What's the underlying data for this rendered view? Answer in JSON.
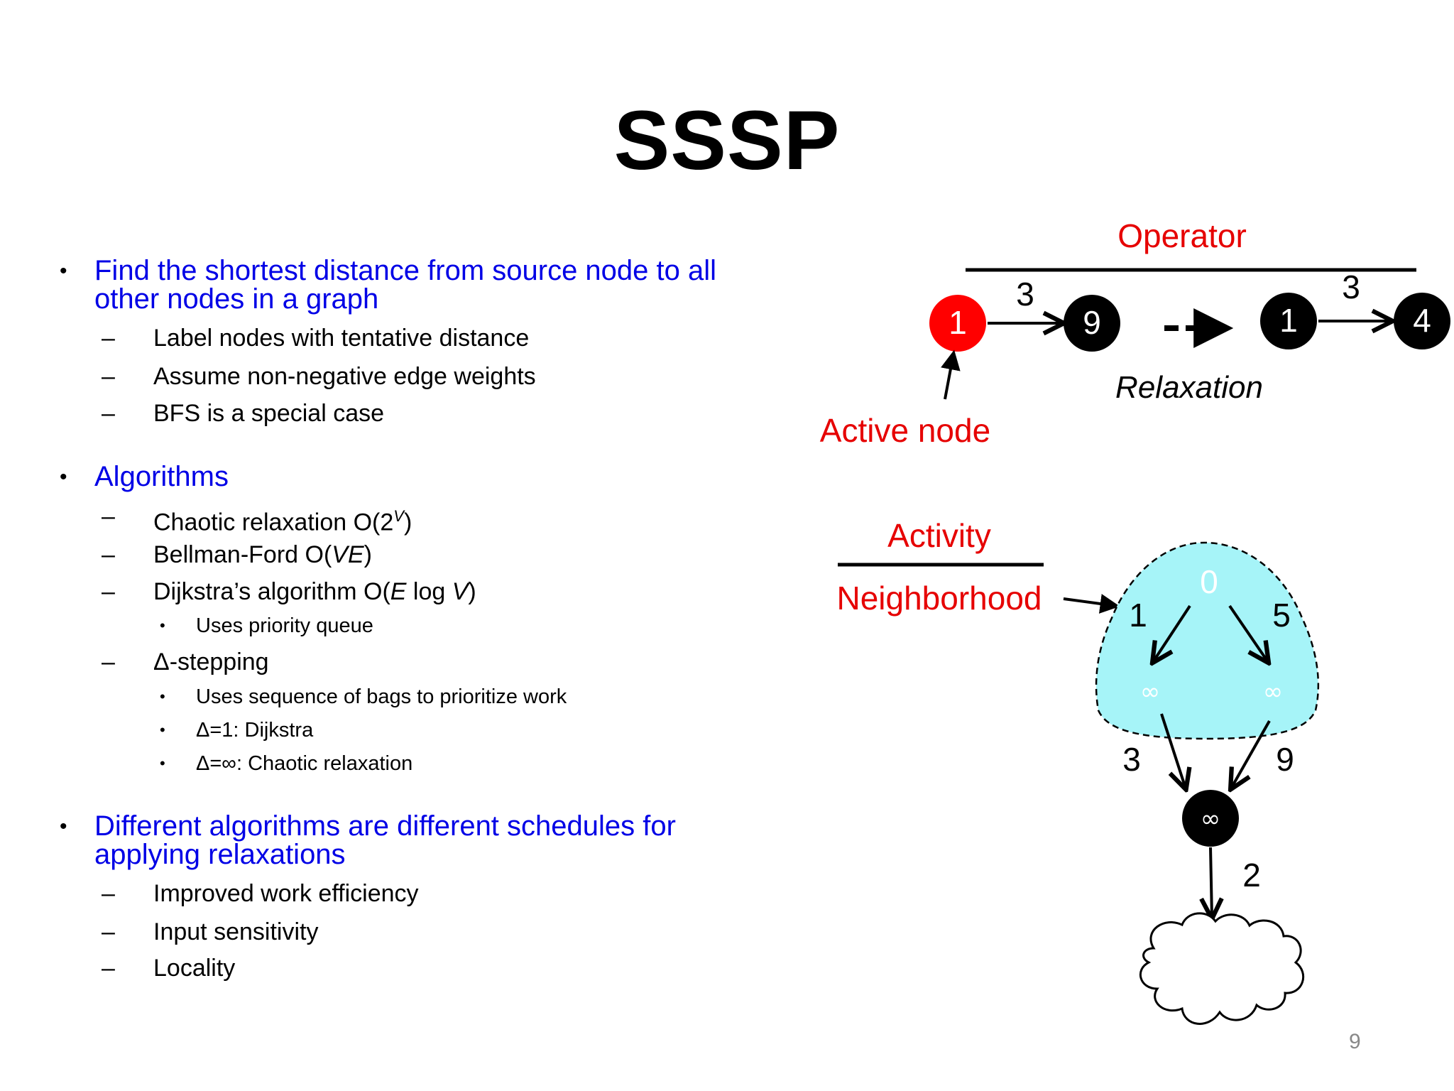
{
  "title": "SSSP",
  "bullets": [
    {
      "text_l1": "Find the shortest distance from source node to all",
      "text_l2": "other nodes in a graph",
      "items": [
        "Label nodes with tentative distance",
        "Assume non-negative edge weights",
        "BFS is a special case"
      ]
    },
    {
      "text_l1": "Algorithms",
      "algs": [
        {
          "label": "Chaotic relaxation O(2",
          "sup": "V",
          "tail": ")"
        },
        {
          "label": "Bellman-Ford O(",
          "ital": "VE",
          "tail": ")"
        },
        {
          "label": "Dijkstra’s algorithm O(",
          "ital": "E",
          "mid": " log ",
          "ital2": "V",
          "tail": ")"
        },
        {
          "sub": "Uses priority queue"
        },
        {
          "label": "Δ-stepping"
        },
        {
          "sub": "Uses sequence of bags to prioritize work"
        },
        {
          "sub": "Δ=1:  Dijkstra"
        },
        {
          "sub": "Δ=∞: Chaotic relaxation"
        }
      ]
    },
    {
      "text_l1": "Different algorithms are different schedules for",
      "text_l2": "applying relaxations",
      "items": [
        "Improved work efficiency",
        "Input sensitivity",
        "Locality"
      ]
    }
  ],
  "diagram": {
    "operator_label": "Operator",
    "relaxation_label": "Relaxation",
    "active_node_label": "Active node",
    "activity_label": "Activity",
    "neighborhood_label": "Neighborhood",
    "top_nodes": [
      "1",
      "9",
      "1",
      "4"
    ],
    "top_weights": [
      "3",
      "3"
    ],
    "source_value": "0",
    "left_weight": "1",
    "right_weight": "5",
    "inf_symbol": "∞",
    "lower_left_weight": "3",
    "lower_right_weight": "9",
    "bottom_weight": "2"
  },
  "page_number": "9",
  "colors": {
    "blue": "#0000e6",
    "red": "#e60000",
    "neighborhood_fill": "#a6f4f8"
  }
}
